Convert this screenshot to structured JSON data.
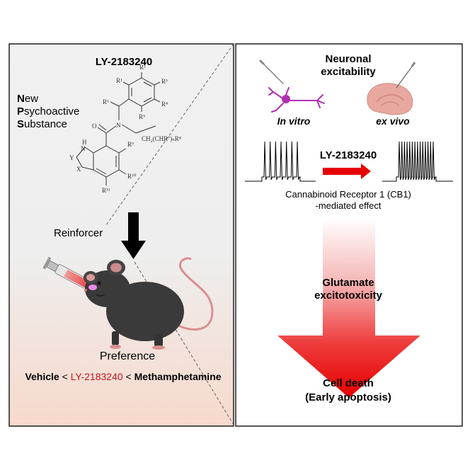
{
  "left_panel": {
    "title": "LY-2183240",
    "nps": [
      {
        "initial": "N",
        "rest": "ew"
      },
      {
        "initial": "P",
        "rest": "sychoactive"
      },
      {
        "initial": "S",
        "rest": "ubstance"
      }
    ],
    "structure_labels": {
      "r1": "R¹",
      "r2": "R²",
      "r3": "R³",
      "r4": "R⁴",
      "r5": "R⁵",
      "r6": "R⁶",
      "r9": "R⁹",
      "r10": "R¹⁰",
      "r11": "R¹¹",
      "chain": "CH₂(CHR⁷)ₙR⁸",
      "n": "N",
      "o": "O",
      "h": "H",
      "n_ring": "N",
      "y": "Y",
      "x": "X"
    },
    "reinforcer_label": "Reinforcer",
    "preference_label": "Preference",
    "ranking": {
      "vehicle": "Vehicle",
      "lt1": " < ",
      "compound": "LY-2183240",
      "lt2": " < ",
      "reference": "Methamphetamine"
    }
  },
  "right_panel": {
    "title_line1": "Neuronal",
    "title_line2": "excitability",
    "in_vitro": "In vitro",
    "ex_vivo": "ex vivo",
    "compound": "LY-2183240",
    "receptor_line1": "Cannabinoid Receptor 1 (CB1)",
    "receptor_line2": "-mediated effect",
    "mechanism_line1": "Glutamate",
    "mechanism_line2": "excitotoxicity",
    "outcome_line1": "Cell death",
    "outcome_line2": "(Early apoptosis)"
  },
  "colors": {
    "highlight_red": "#c0151b",
    "arrow_red": "#e60000",
    "neuron_purple": "#b02fb0",
    "tissue_pink": "#e8a8a0",
    "mouse_body": "#3a3a3a"
  },
  "spike_trains": {
    "before_spike_count": 7,
    "after_spike_count": 14
  }
}
